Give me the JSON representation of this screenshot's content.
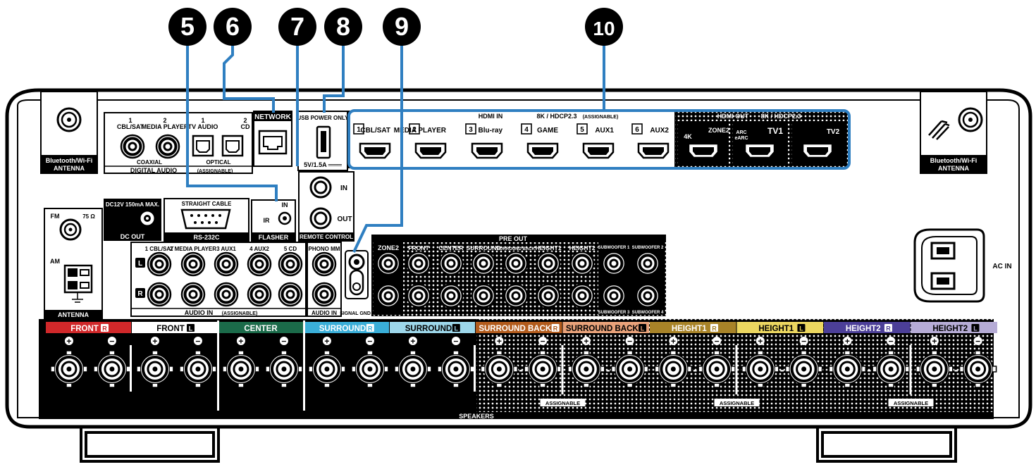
{
  "callouts": [
    "5",
    "6",
    "7",
    "8",
    "9",
    "10"
  ],
  "antenna_left": "Bluetooth/Wi-Fi",
  "antenna_left_2": "ANTENNA",
  "antenna_right": "Bluetooth/Wi-Fi",
  "antenna_right_2": "ANTENNA",
  "digital_audio": {
    "coax1_num": "1",
    "coax1_name": "CBL/SAT",
    "coax2_num": "2",
    "coax2_name": "MEDIA PLAYER",
    "coaxial": "COAXIAL",
    "opt1_num": "1",
    "opt1_name": "TV AUDIO",
    "opt2_num": "2",
    "opt2_name": "CD",
    "optical": "OPTICAL",
    "title": "DIGITAL AUDIO",
    "assignable": "(ASSIGNABLE)"
  },
  "network": "NETWORK",
  "usb": {
    "title": "USB POWER ONLY",
    "rating": "5V/1.5A ═══"
  },
  "hdmi_in": {
    "title": "HDMI IN",
    "spec": "8K / HDCP2.3",
    "assignable": "(ASSIGNABLE)",
    "ports": [
      {
        "num": "1",
        "name": "CBL/SAT"
      },
      {
        "num": "2",
        "name": "MEDIA PLAYER"
      },
      {
        "num": "3",
        "name": "Blu-ray"
      },
      {
        "num": "4",
        "name": "GAME"
      },
      {
        "num": "5",
        "name": "AUX1"
      },
      {
        "num": "6",
        "name": "AUX2"
      }
    ]
  },
  "hdmi_out": {
    "title": "HDMI OUT",
    "spec": "8K / HDCP2.3",
    "p1": "4K",
    "p1b": "ZONE2",
    "tv1": "TV1",
    "arc": "ARC",
    "earc": "eARC",
    "tv2": "TV2"
  },
  "remote": {
    "in": "IN",
    "out": "OUT",
    "title": "REMOTE CONTROL"
  },
  "dcout": {
    "spec": "DC12V 150mA MAX.",
    "title": "DC OUT"
  },
  "rs232": {
    "top": "STRAIGHT CABLE",
    "title": "RS-232C"
  },
  "flasher": {
    "in": "IN",
    "ir": "IR",
    "title": "FLASHER"
  },
  "antenna_fm": {
    "fm": "FM",
    "ohm": "75 Ω",
    "am": "AM",
    "title": "ANTENNA"
  },
  "audio_in": {
    "inputs": [
      "1 CBL/SAT",
      "2 MEDIA PLAYER",
      "3 AUX1",
      "4 AUX2",
      "5 CD"
    ],
    "title": "AUDIO IN",
    "assignable": "(ASSIGNABLE)",
    "l": "L",
    "r": "R"
  },
  "phono": {
    "label": "PHONO MM",
    "title": "AUDIO IN",
    "gnd": "SIGNAL GND"
  },
  "pre_out": {
    "title": "PRE OUT",
    "zone2": "ZONE2",
    "channels": [
      "FRONT",
      "CENTER",
      "SURROUND",
      "SURROUND BACK",
      "HEIGHT1",
      "HEIGHT2"
    ],
    "sub1": "SUBWOOFER 1",
    "sub2": "SUBWOOFER 2",
    "sub3": "SUBWOOFER 3",
    "sub4": "SUBWOOFER 4"
  },
  "ac_in": "AC IN",
  "speakers": {
    "title": "SPEAKERS",
    "assignable": "ASSIGNABLE",
    "plus": "+",
    "minus": "−",
    "dash": "-",
    "channels": [
      {
        "label": "FRONT",
        "side": "R",
        "color": "#d0282a",
        "text": "#ffffff"
      },
      {
        "label": "FRONT",
        "side": "L",
        "color": "#ffffff",
        "text": "#000000"
      },
      {
        "label": "CENTER",
        "side": "",
        "color": "#1b6b4a",
        "text": "#ffffff"
      },
      {
        "label": "SURROUND",
        "side": "R",
        "color": "#3aaed8",
        "text": "#ffffff"
      },
      {
        "label": "SURROUND",
        "side": "L",
        "color": "#9dd7ea",
        "text": "#000000"
      },
      {
        "label": "SURROUND BACK",
        "side": "R",
        "color": "#b25b1c",
        "text": "#ffffff"
      },
      {
        "label": "SURROUND BACK",
        "side": "L",
        "color": "#e9a27a",
        "text": "#000000"
      },
      {
        "label": "HEIGHT1",
        "side": "R",
        "color": "#a88328",
        "text": "#ffffff"
      },
      {
        "label": "HEIGHT1",
        "side": "L",
        "color": "#ecd760",
        "text": "#000000"
      },
      {
        "label": "HEIGHT2",
        "side": "R",
        "color": "#4c3f98",
        "text": "#ffffff"
      },
      {
        "label": "HEIGHT2",
        "side": "L",
        "color": "#b6acd6",
        "text": "#000000"
      }
    ]
  },
  "colors": {
    "callout_line": "#2f7fc1",
    "panel": "#000000"
  }
}
